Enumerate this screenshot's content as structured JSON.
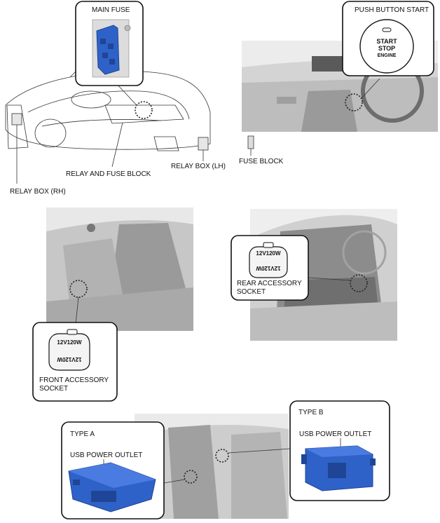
{
  "labels": {
    "main_fuse": "MAIN FUSE",
    "push_button_start": "PUSH BUTTON START",
    "relay_and_fuse_block": "RELAY AND FUSE BLOCK",
    "relay_box_lh": "RELAY BOX (LH)",
    "relay_box_rh": "RELAY BOX (RH)",
    "fuse_block": "FUSE BLOCK",
    "rear_accessory_socket_1": "REAR ACCESSORY",
    "rear_accessory_socket_2": "SOCKET",
    "front_accessory_socket_1": "FRONT ACCESSORY",
    "front_accessory_socket_2": "SOCKET",
    "type_a": "TYPE A",
    "type_b": "TYPE B",
    "usb_power_outlet_a": "USB POWER OUTLET",
    "usb_power_outlet_b": "USB POWER OUTLET"
  },
  "button": {
    "line1": "START",
    "line2": "STOP",
    "line3": "ENGINE"
  },
  "socket_cap": {
    "rating": "12V120W",
    "rating_mirrored": "12V120W"
  },
  "colors": {
    "component_blue": "#2f62c8",
    "component_blue_dark": "#1f4596",
    "photo_gray": "#c9c9c9",
    "photo_dark": "#8a8a8a"
  }
}
